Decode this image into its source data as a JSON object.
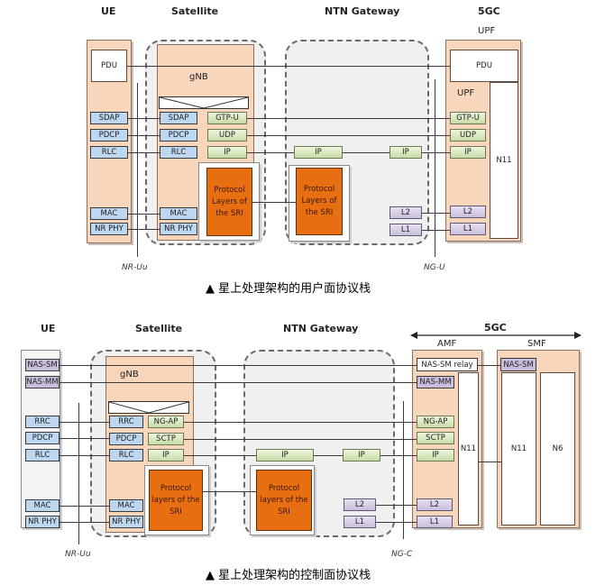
{
  "user_plane": {
    "headers": {
      "ue": "UE",
      "satellite": "Satellite",
      "gateway": "NTN Gateway",
      "core": "5GC",
      "upf_top": "UPF"
    },
    "ue": {
      "pdu": "PDU",
      "sdap": "SDAP",
      "pdcp": "PDCP",
      "rlc": "RLC",
      "mac": "MAC",
      "phy": "NR PHY"
    },
    "satellite": {
      "gnb": "gNB",
      "sdap": "SDAP",
      "pdcp": "PDCP",
      "rlc": "RLC",
      "mac": "MAC",
      "phy": "NR PHY",
      "gtpu": "GTP-U",
      "udp": "UDP",
      "ip": "IP",
      "sri": "Protocol Layers of the SRI"
    },
    "gateway": {
      "ip_left": "IP",
      "ip_right": "IP",
      "sri": "Protocol Layers of the SRI",
      "l2": "L2",
      "l1": "L1"
    },
    "upf": {
      "pdu": "PDU",
      "label": "UPF",
      "gtpu": "GTP-U",
      "udp": "UDP",
      "ip": "IP",
      "l2": "L2",
      "l1": "L1",
      "n11": "N11"
    },
    "interfaces": {
      "left": "NR-Uu",
      "right": "NG-U"
    },
    "caption": "▲ 星上处理架构的用户面协议栈"
  },
  "control_plane": {
    "headers": {
      "ue": "UE",
      "satellite": "Satellite",
      "gateway": "NTN Gateway",
      "core": "5GC",
      "amf": "AMF",
      "smf": "SMF"
    },
    "ue": {
      "nas_sm": "NAS-SM",
      "nas_mm": "NAS-MM",
      "rrc": "RRC",
      "pdcp": "PDCP",
      "rlc": "RLC",
      "mac": "MAC",
      "phy": "NR PHY"
    },
    "satellite": {
      "gnb": "gNB",
      "rrc": "RRC",
      "pdcp": "PDCP",
      "rlc": "RLC",
      "mac": "MAC",
      "phy": "NR PHY",
      "ngap": "NG-AP",
      "sctp": "SCTP",
      "ip": "IP",
      "sri": "Protocol layers of the SRI"
    },
    "gateway": {
      "ip_left": "IP",
      "ip_right": "IP",
      "sri": "Protocol layers of the SRI",
      "l2": "L2",
      "l1": "L1"
    },
    "amf": {
      "relay": "NAS-SM relay",
      "nas_mm": "NAS-MM",
      "ngap": "NG-AP",
      "sctp": "SCTP",
      "ip": "IP",
      "l2": "L2",
      "l1": "L1",
      "n11": "N11"
    },
    "smf": {
      "nas_sm": "NAS-SM",
      "n11": "N11",
      "n6": "N6"
    },
    "interfaces": {
      "left": "NR-Uu",
      "right": "NG-C"
    },
    "caption": "▲ 星上处理架构的控制面协议栈"
  }
}
